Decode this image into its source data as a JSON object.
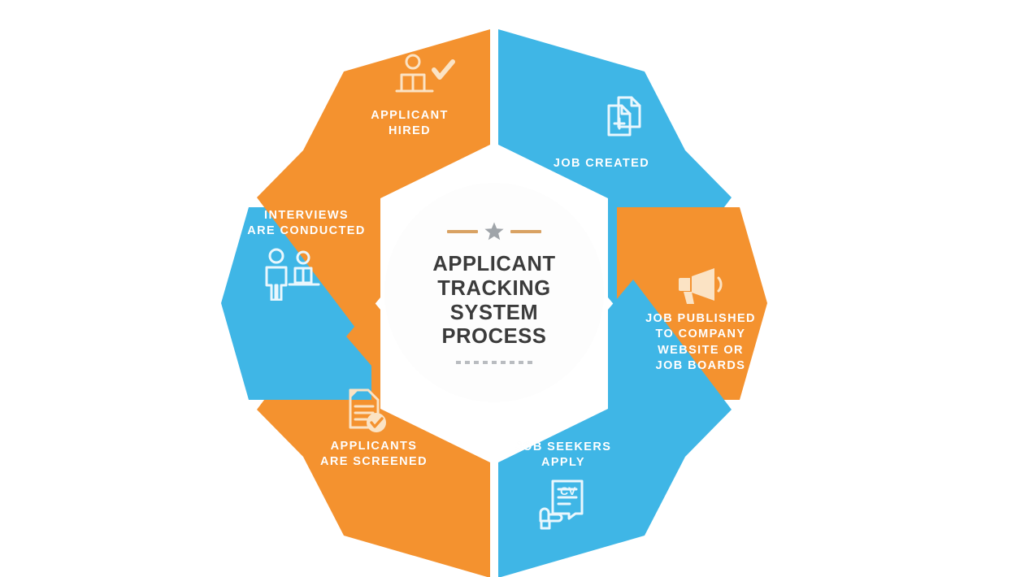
{
  "infographic": {
    "center": {
      "title": "APPLICANT\nTRACKING\nSYSTEM\nPROCESS",
      "ornament_icon": "star-icon",
      "divider_icon": "dotted-divider"
    },
    "colors": {
      "orange": "#F4922F",
      "blue": "#3FB6E6",
      "background": "#FFFFFF",
      "hub_background": "#FDFDFD",
      "title_text": "#3B3B3B",
      "label_text": "#FFFFFF",
      "ornament_rule": "#D9A263",
      "star": "#9FA4A9",
      "dots": "#B9BCC0"
    },
    "segments": [
      {
        "id": "job-created",
        "label": "JOB CREATED",
        "color": "#3FB6E6",
        "icon": "documents-plus-icon",
        "order": 1
      },
      {
        "id": "job-published",
        "label": "JOB PUBLISHED\nTO COMPANY\nWEBSITE OR\nJOB BOARDS",
        "color": "#F4922F",
        "icon": "megaphone-icon",
        "order": 2
      },
      {
        "id": "job-seekers-apply",
        "label": "JOB SEEKERS\nAPPLY",
        "color": "#3FB6E6",
        "icon": "hand-holding-cv-icon",
        "order": 3
      },
      {
        "id": "applicants-screened",
        "label": "APPLICANTS\nARE SCREENED",
        "color": "#F4922F",
        "icon": "document-check-icon",
        "order": 4
      },
      {
        "id": "interviews-conducted",
        "label": "INTERVIEWS\nARE CONDUCTED",
        "color": "#3FB6E6",
        "icon": "two-people-interview-icon",
        "order": 5
      },
      {
        "id": "applicant-hired",
        "label": "APPLICANT\nHIRED",
        "color": "#F4922F",
        "icon": "person-desk-check-icon",
        "order": 6
      }
    ]
  }
}
